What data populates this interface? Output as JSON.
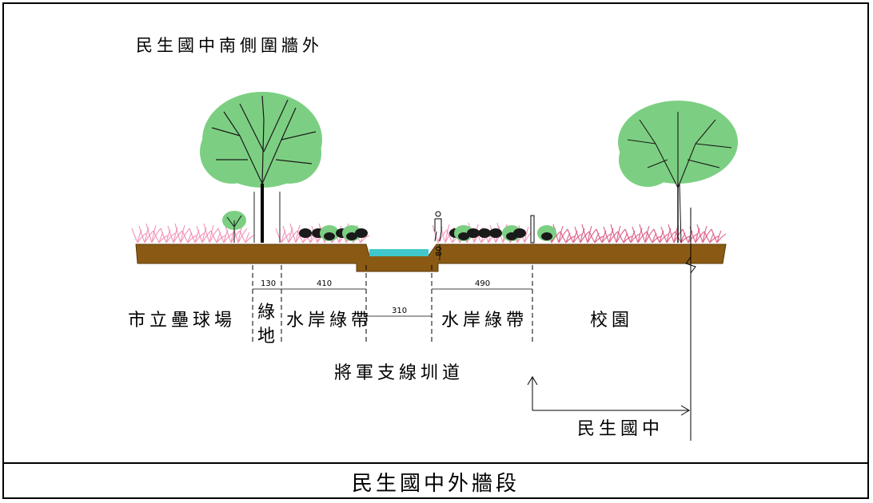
{
  "title_top": "民生國中南側圍牆外",
  "caption": "民生國中外牆段",
  "zones": {
    "ballfield": "市立壘球場",
    "green_strip_1": "綠",
    "green_strip_2": "地",
    "waterfront_left": "水岸綠帶",
    "waterfront_right": "水岸綠帶",
    "campus": "校園",
    "channel": "將軍支線圳道",
    "school": "民生國中"
  },
  "dimensions": {
    "green": "130",
    "waterfront_left": "410",
    "channel": "310",
    "waterfront_right": "490",
    "depth": "80"
  },
  "colors": {
    "ground": "#8a5a14",
    "water": "#40c8cc",
    "foliage": "#7ccf82",
    "branches": "#1a1a1a",
    "shrubs": "#f08ab4"
  }
}
